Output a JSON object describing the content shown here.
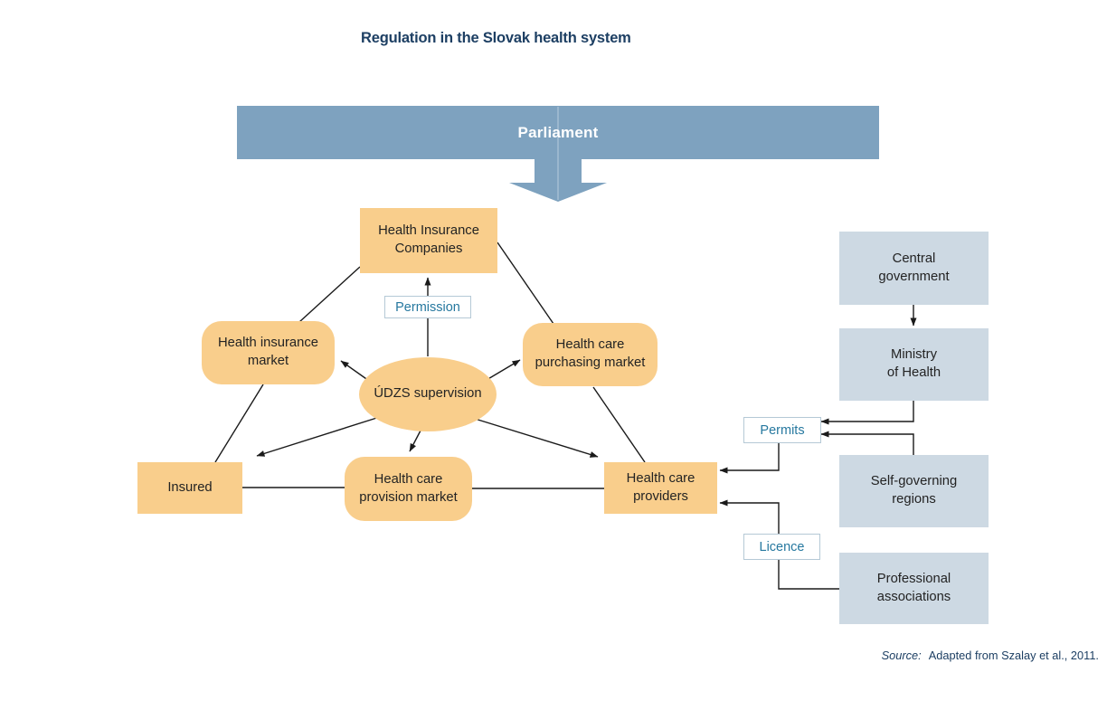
{
  "title": "Regulation in the Slovak health system",
  "parliament": {
    "label": "Parliament"
  },
  "nodes": {
    "health_insurance_companies": "Health Insurance\nCompanies",
    "health_insurance_market": "Health insurance\nmarket",
    "health_care_purchasing_market": "Health care\npurchasing market",
    "udzs_supervision": "ÚDZS supervision",
    "insured": "Insured",
    "health_care_provision_market": "Health care\nprovision market",
    "health_care_providers": "Health care\nproviders"
  },
  "labels": {
    "permission": "Permission",
    "permits": "Permits",
    "licence": "Licence"
  },
  "government": {
    "central_government": "Central\ngovernment",
    "ministry_of_health": "Ministry\nof Health",
    "self_governing_regions": "Self-governing\nregions",
    "professional_associations": "Professional\nassociations"
  },
  "source": {
    "prefix": "Source:",
    "text": "Adapted from Szalay et al., 2011."
  },
  "colors": {
    "banner_blue": "#7ea2bf",
    "node_orange": "#f9ce8c",
    "government_blue_gray": "#cdd9e3",
    "label_teal": "#26789f",
    "heading_navy": "#1d3f63",
    "line_black": "#1a1a1a"
  }
}
